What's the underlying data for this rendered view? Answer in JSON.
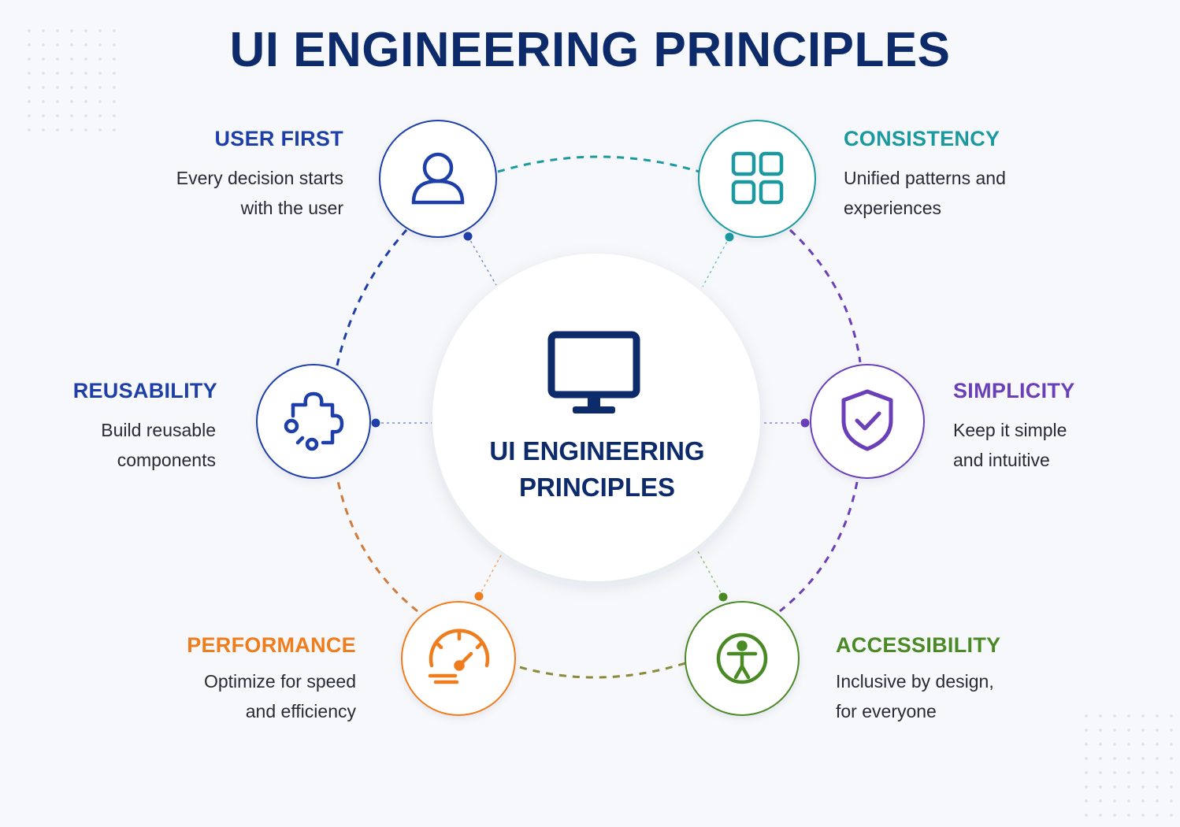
{
  "title": "UI ENGINEERING PRINCIPLES",
  "center": {
    "label": "UI ENGINEERING\nPRINCIPLES",
    "icon": "monitor-icon"
  },
  "principles": [
    {
      "id": "user-first",
      "heading": "USER FIRST",
      "description": "Every decision starts\nwith the user",
      "color": "#1f3fa8",
      "icon": "user-icon"
    },
    {
      "id": "consistency",
      "heading": "CONSISTENCY",
      "description": "Unified patterns and\nexperiences",
      "color": "#1a9aa0",
      "icon": "grid-icon"
    },
    {
      "id": "simplicity",
      "heading": "SIMPLICITY",
      "description": "Keep it simple\nand intuitive",
      "color": "#6a3fb8",
      "icon": "shield-check-icon"
    },
    {
      "id": "accessibility",
      "heading": "ACCESSIBILITY",
      "description": "Inclusive by design,\nfor everyone",
      "color": "#4a8a24",
      "icon": "accessibility-icon"
    },
    {
      "id": "performance",
      "heading": "PERFORMANCE",
      "description": "Optimize for speed\nand efficiency",
      "color": "#ef7d1e",
      "icon": "speedometer-icon"
    },
    {
      "id": "reusability",
      "heading": "REUSABILITY",
      "description": "Build reusable\ncomponents",
      "color": "#1f3fa8",
      "icon": "puzzle-icon"
    }
  ]
}
